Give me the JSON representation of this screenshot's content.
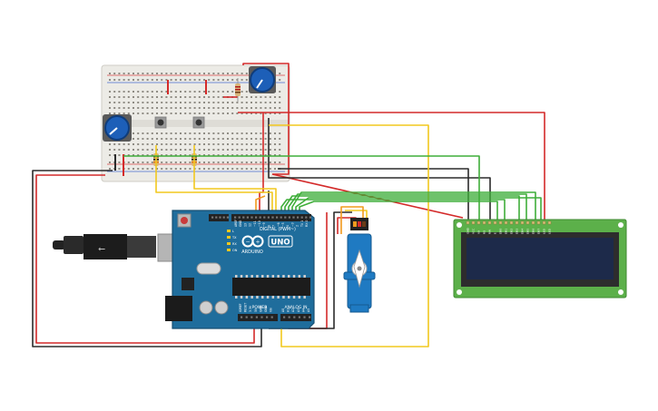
{
  "circuit": {
    "arduino": {
      "brand": "ARDUINO",
      "model": "UNO",
      "digital_header_label": "DIGITAL (PWM~)",
      "power_header_label": "POWER",
      "analog_header_label": "ANALOG IN",
      "digital_pins": [
        "AREF",
        "GND",
        "13",
        "12",
        "~11",
        "~10",
        "~9",
        "8",
        "7",
        "~6",
        "~5",
        "4",
        "~3",
        "2",
        "TX 1",
        "RX 0"
      ],
      "power_pins": [
        "IOREF",
        "RESET",
        "3.3V",
        "5V",
        "GND",
        "GND",
        "Vin"
      ],
      "analog_pins": [
        "A0",
        "A1",
        "A2",
        "A3",
        "A4",
        "A5"
      ],
      "leds": [
        "L",
        "TX",
        "RX",
        "ON"
      ]
    },
    "lcd": {
      "pins": [
        "GND",
        "VCC",
        "V0",
        "RS",
        "RW",
        "E",
        "DB0",
        "DB1",
        "DB2",
        "DB3",
        "DB4",
        "DB5",
        "DB6",
        "DB7",
        "LED",
        "LED"
      ]
    },
    "colors": {
      "wire_red": "#d42a2a",
      "wire_black": "#2b2b2b",
      "wire_yellow": "#f2c81e",
      "wire_green": "#3fae3a",
      "wire_orange": "#f29b1e",
      "arduino_blue": "#1f6d9c",
      "lcd_pcb": "#5cb04a",
      "lcd_screen": "#1d2a4a",
      "servo_blue": "#1f7ac2",
      "breadboard": "#ecebe6"
    }
  }
}
